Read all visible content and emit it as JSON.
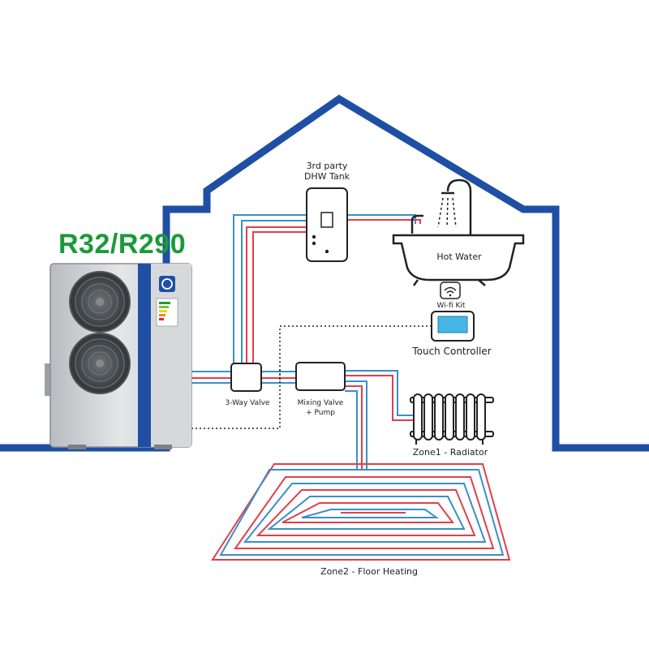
{
  "refrigerant_label": "R32/R290",
  "colors": {
    "house_outline": "#1f4fa5",
    "hot_pipe": "#e0404a",
    "cold_pipe": "#3a8fc8",
    "refrigerant_text": "#1a9a3a"
  },
  "components": {
    "dhw_tank": {
      "line1": "3rd party",
      "line2": "DHW Tank"
    },
    "hot_water": "Hot Water",
    "wifi_kit": "Wi-fi Kit",
    "touch_controller": "Touch Controller",
    "three_way_valve": "3-Way Valve",
    "mixing_valve": {
      "line1": "Mixing Valve",
      "line2": "+ Pump"
    },
    "zone1": "Zone1 - Radiator",
    "zone2": "Zone2 - Floor Heating"
  },
  "icons": [
    "heat-pump-unit",
    "fan-icon",
    "dhw-tank-icon",
    "bathtub-icon",
    "shower-icon",
    "wifi-icon",
    "controller-icon",
    "radiator-icon",
    "floor-heating-coil",
    "brand-logo-icon",
    "energy-label-icon"
  ]
}
